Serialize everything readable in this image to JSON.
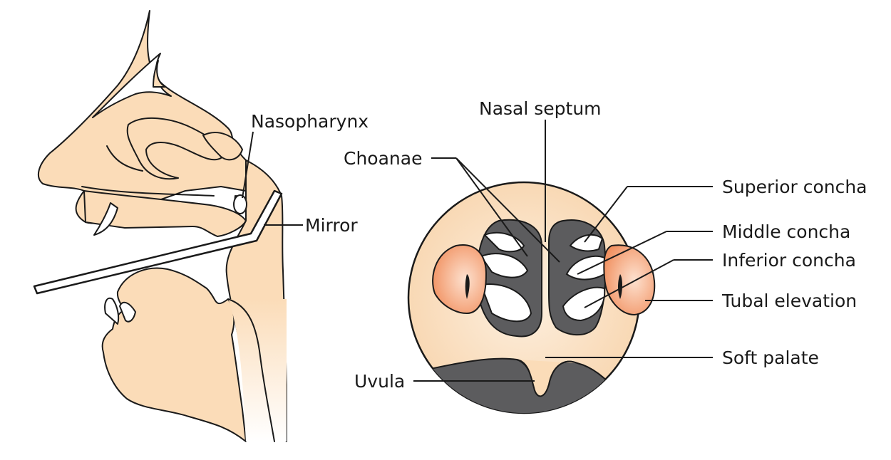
{
  "labels": {
    "nasopharynx": "Nasopharynx",
    "mirror": "Mirror",
    "nasal_septum": "Nasal septum",
    "choanae": "Choanae",
    "superior_concha": "Superior concha",
    "middle_concha": "Middle concha",
    "inferior_concha": "Inferior concha",
    "tubal_elevation": "Tubal elevation",
    "soft_palate": "Soft palate",
    "uvula": "Uvula"
  },
  "colors": {
    "tissue": "#fbdcb8",
    "tissue_light": "#fde9d2",
    "cavity": "#5c5c5e",
    "tubal": "#f3a57a",
    "outline": "#1a1a1a"
  }
}
